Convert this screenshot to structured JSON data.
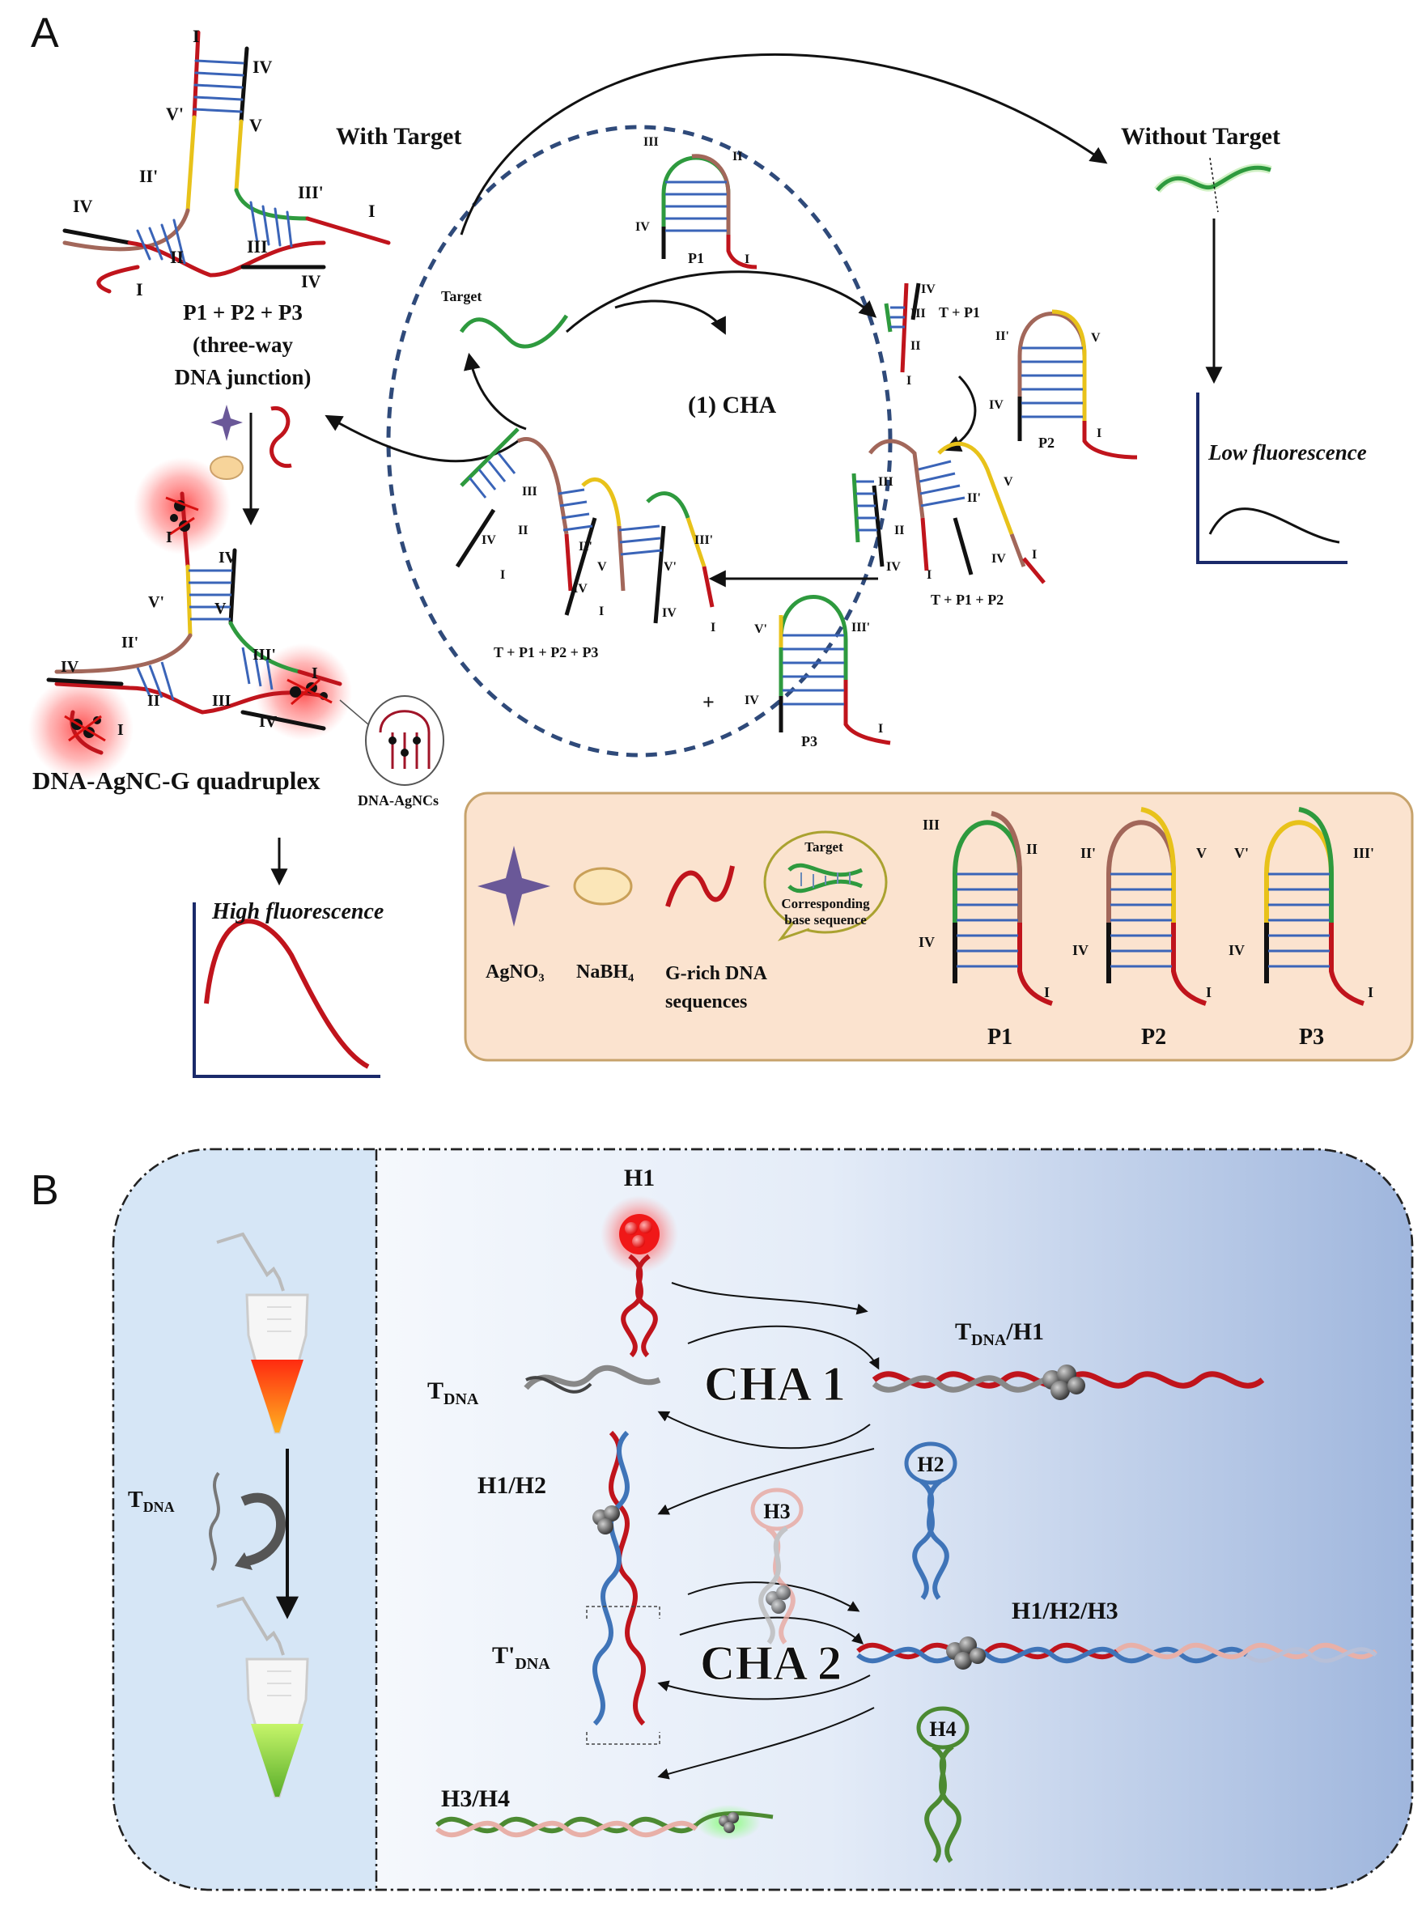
{
  "panel_a": {
    "letter": "A",
    "with_target": "With Target",
    "without_target": "Without Target",
    "junction_line1": "P1 + P2 + P3",
    "junction_line2": "(three-way",
    "junction_line3": "DNA junction)",
    "cha_label": "(1) CHA",
    "target_label": "Target",
    "t_p1": "T + P1",
    "t_p1_p2": "T + P1 + P2",
    "t_p1_p2_p3": "T + P1 + P2 + P3",
    "low_fluorescence": "Low fluorescence",
    "high_fluorescence": "High fluorescence",
    "quadruplex_label": "DNA-AgNC-G quadruplex",
    "agncs_label": "DNA-AgNCs",
    "plus": "+",
    "roman": {
      "i": "I",
      "ii": "II",
      "iii": "III",
      "iv": "IV",
      "v": "V",
      "ii_p": "II'",
      "iii_p": "III'",
      "v_p": "V'"
    },
    "legend": {
      "agno3": "AgNO₃",
      "nabh4": "NaBH₄",
      "grich_line1": "G-rich DNA",
      "grich_line2": "sequences",
      "bubble_title": "Target",
      "bubble_line1": "Corresponding",
      "bubble_line2": "base sequence",
      "p1": "P1",
      "p2": "P2",
      "p3": "P3"
    },
    "hairpin_names": {
      "p1": "P1",
      "p2": "P2",
      "p3": "P3"
    }
  },
  "panel_b": {
    "letter": "B",
    "h1": "H1",
    "h2": "H2",
    "h3": "H3",
    "h4": "H4",
    "t": "T",
    "dna_sub": "DNA",
    "t_prime": "T'",
    "h1_suffix": "/H1",
    "h1h2": "H1/H2",
    "h1h2h3": "H1/H2/H3",
    "h3h4": "H3/H4",
    "cha1": "CHA 1",
    "cha2": "CHA 2"
  },
  "colors": {
    "red_strand": "#c0141c",
    "green_strand": "#2e9a3e",
    "yellow_strand": "#e8c21a",
    "brown_strand": "#a2675a",
    "blue_rung": "#3a64b8",
    "circle_dash": "#2f4a7a",
    "legend_bg": "#fbe3cf",
    "legend_border": "#c7a36c",
    "cha1_text": "#d01818",
    "cha2_text": "#2f7a22",
    "h3_text": "#d27a2c",
    "h2_text": "#3f74b8",
    "h4_text": "#4c8a32"
  }
}
